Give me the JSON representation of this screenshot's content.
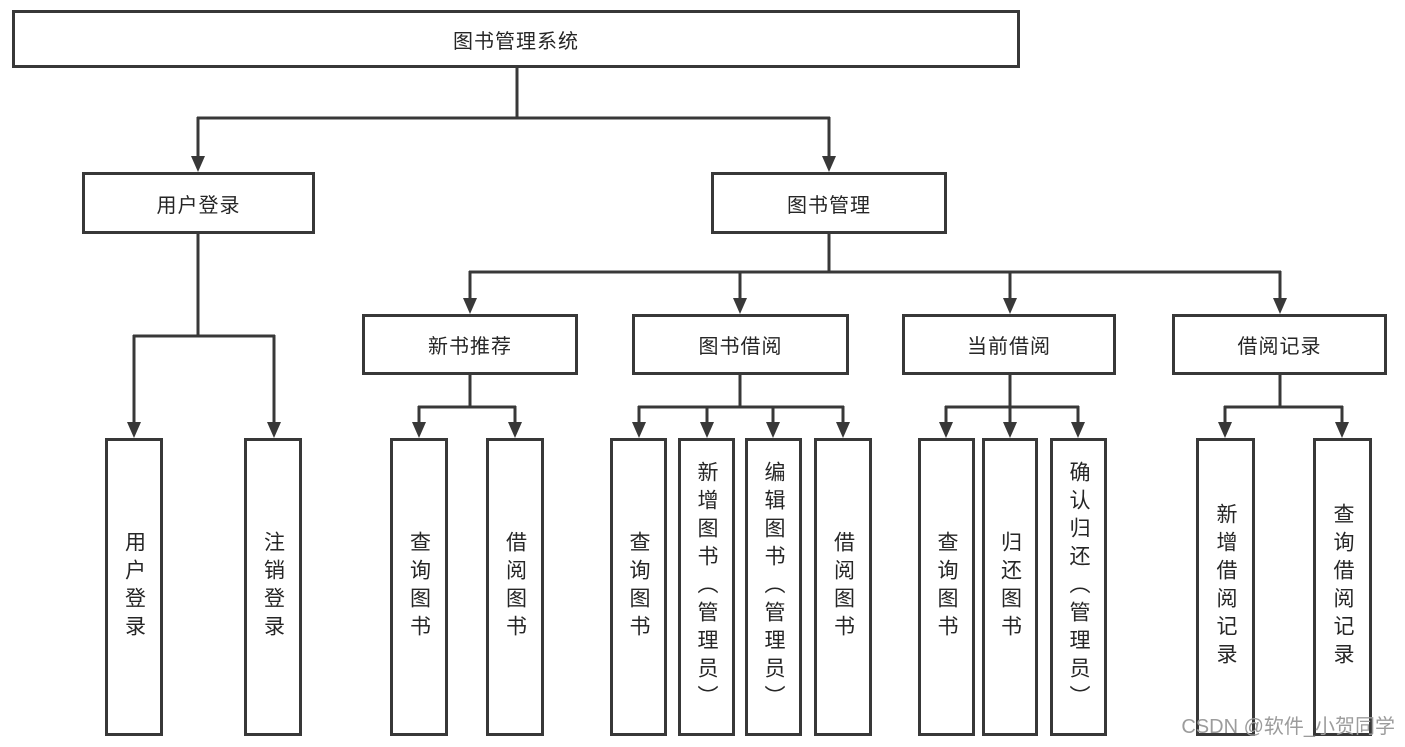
{
  "diagram": {
    "title": "图书管理系统",
    "tree": {
      "label": "图书管理系统",
      "children": [
        {
          "label": "用户登录",
          "children": [
            {
              "label": "用户登录"
            },
            {
              "label": "注销登录"
            }
          ]
        },
        {
          "label": "图书管理",
          "children": [
            {
              "label": "新书推荐",
              "children": [
                {
                  "label": "查询图书"
                },
                {
                  "label": "借阅图书"
                }
              ]
            },
            {
              "label": "图书借阅",
              "children": [
                {
                  "label": "查询图书"
                },
                {
                  "label": "新增图书（管理员）"
                },
                {
                  "label": "编辑图书（管理员）"
                },
                {
                  "label": "借阅图书"
                }
              ]
            },
            {
              "label": "当前借阅",
              "children": [
                {
                  "label": "查询图书"
                },
                {
                  "label": "归还图书"
                },
                {
                  "label": "确认归还（管理员）"
                }
              ]
            },
            {
              "label": "借阅记录",
              "children": [
                {
                  "label": "新增借阅记录"
                },
                {
                  "label": "查询借阅记录"
                }
              ]
            }
          ]
        }
      ]
    },
    "colors": {
      "line": "#383838",
      "box_border": "#383838",
      "text": "#262626",
      "watermark": "#9c9c9c",
      "background": "#ffffff"
    }
  },
  "watermark": {
    "text": "CSDN @软件_小贺同学"
  }
}
